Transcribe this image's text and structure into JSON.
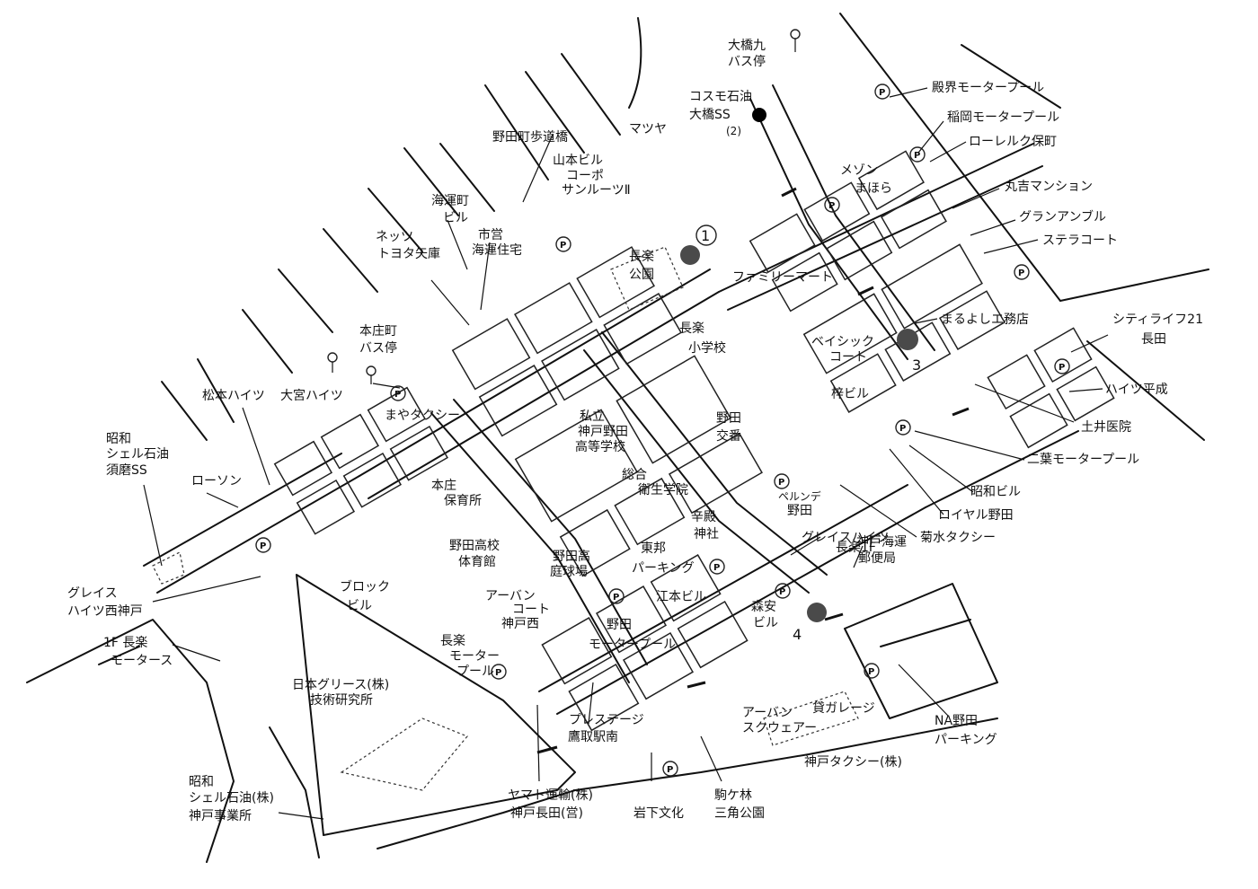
{
  "colors": {
    "ink": "#111111",
    "paper": "#ffffff",
    "marker": "#4a4a4a",
    "marker_solid": "#000000"
  },
  "labels": {
    "ohashi_bus": [
      "大橋九",
      "バス停"
    ],
    "cosmo": [
      "コスモ石油",
      "大橋SS"
    ],
    "cosmo_num": "(2)",
    "tonokai": "殿界モータープール",
    "inaoka": "稲岡モータープール",
    "laurel": "ローレルク保町",
    "maison": [
      "メゾン",
      "まほら"
    ],
    "marukichi": "丸吉マンション",
    "grand": "グランアンブル",
    "stella": "ステラコート",
    "maruyoshi": "まるよしエ務店",
    "citylife": [
      "シティライフ21",
      "長田"
    ],
    "heisei": "ハイツ平成",
    "doi": "土井医院",
    "futaba": "二葉モータープール",
    "showa_bldg": "昭和ビル",
    "royal": "ロイヤル野田",
    "kikusui": "菊水タクシー",
    "grace_nagara": [
      "グレイスハイツ",
      "長楽1F"
    ],
    "post": [
      "神戸海運",
      "郵便局"
    ],
    "na_noda": [
      "NA野田",
      "パーキング"
    ],
    "kobe_taxi": "神戸タクシー(株)",
    "kashi_garage": "貸ガレージ",
    "urban_sq": [
      "アーバン",
      "スクウェアー"
    ],
    "komagabayashi": [
      "駒ケ林",
      "三角公園"
    ],
    "iwashita": "岩下文化",
    "yamato": [
      "ヤマト運輸(株)",
      "神戸長田(営)"
    ],
    "prestage": [
      "プレステージ",
      "鷹取駅南"
    ],
    "morimoto": [
      "森安",
      "ビル"
    ],
    "emoto": "江本ビル",
    "toho": [
      "東邦",
      "パーキング"
    ],
    "tatsuden": [
      "辛殿",
      "神社"
    ],
    "sogo": [
      "総合",
      "衛生学院"
    ],
    "perinde": [
      "ペルンデ",
      "野田"
    ],
    "noda_kouban": [
      "野田",
      "交番"
    ],
    "kusunoki": "梓ビル",
    "basic": [
      "ベイシック",
      "コート"
    ],
    "family": "ファミリーマート",
    "nagara_school": [
      "長楽",
      "小学校"
    ],
    "nagara_park": [
      "長楽",
      "公園"
    ],
    "yamamoto": [
      "山本ビル",
      "コーポ",
      "サンルーツⅡ"
    ],
    "matsuya": "マツヤ",
    "noda_bridge": "野田町歩道橋",
    "kaiun_bldg": [
      "海運町",
      "ビル"
    ],
    "shiei": [
      "市営",
      "海運住宅"
    ],
    "netz": [
      "ネッツ",
      "トヨタ矢庫"
    ],
    "honjo_bus": [
      "本庄町",
      "バス停"
    ],
    "omiya": "大宮ハイツ",
    "matsumoto": "松本ハイツ",
    "maya": "まやタクシー",
    "koritsu": [
      "私立",
      "神戸野田",
      "高等学校"
    ],
    "honjo_hoiku": [
      "本庄",
      "保育所"
    ],
    "noda_gym": [
      "野田高校",
      "体育館"
    ],
    "noda_court": [
      "野田高",
      "庭球場"
    ],
    "urban_court": [
      "アーバン",
      "コート",
      "神戸西"
    ],
    "noda_motor": [
      "野田",
      "モータープール"
    ],
    "nagara_motor": [
      "長楽",
      "モーター",
      "プール"
    ],
    "block": [
      "ブロック",
      "ビル"
    ],
    "nihon_grease": [
      "日本グリース(株)",
      "技術研究所"
    ],
    "showa_shell_jigyo": [
      "昭和",
      "シェル石油(株)",
      "神戸事業所"
    ],
    "showa_shell_suma": [
      "昭和",
      "シェル石油",
      "須磨SS"
    ],
    "lawson": "ローソン",
    "grace_nishi": [
      "グレイス",
      "ハイツ西神戸"
    ],
    "nagara_motors": [
      "1F 長楽",
      "モータース"
    ]
  },
  "markers": {
    "m1": "1",
    "m3": "3",
    "m4": "4"
  },
  "parking": "P"
}
